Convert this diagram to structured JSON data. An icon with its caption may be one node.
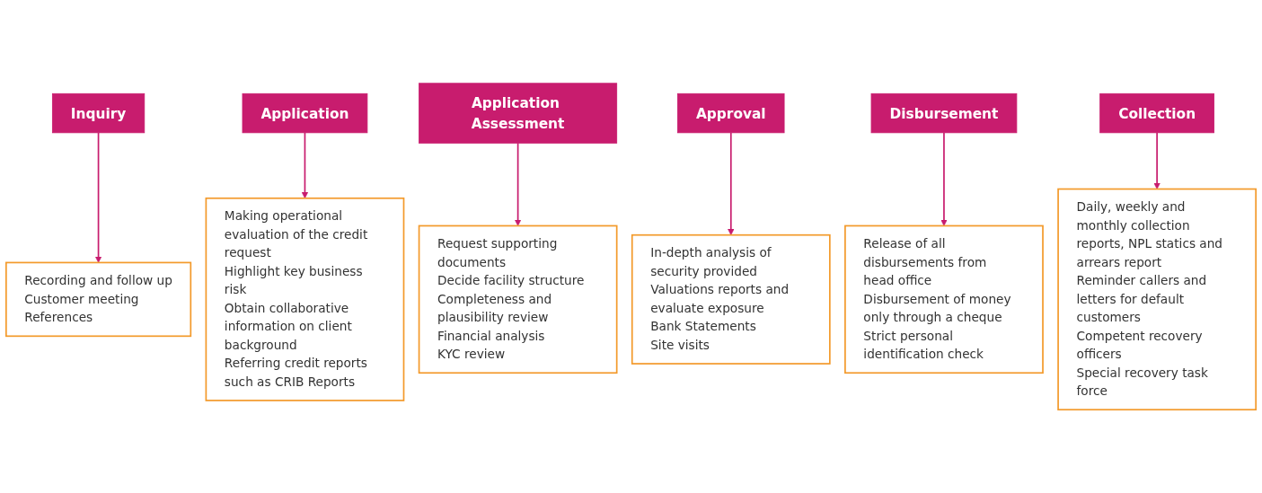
{
  "diagram": {
    "nodes": [
      {
        "text": [
          "Inquiry"
        ]
      },
      {
        "text": [
          "Application"
        ]
      },
      {
        "text": [
          "Application Assessment"
        ]
      },
      {
        "text": [
          "Approval"
        ]
      },
      {
        "text": [
          "Disbursement"
        ]
      },
      {
        "text": [
          "Collection"
        ]
      },
      {
        "text": [
          "Recording and follow up",
          "Customer meeting",
          "References"
        ]
      },
      {
        "text": [
          "Making operational evaluation of the credit request",
          "Highlight key business risk",
          "Obtain collaborative information on client background",
          "Referring credit reports such as CRIB Reports"
        ]
      },
      {
        "text": [
          "Request supporting documents",
          "Decide facility structure",
          "Completeness and plausibility review",
          "Financial analysis",
          "KYC review"
        ]
      },
      {
        "text": [
          "In-depth analysis of security provided",
          "Valuations reports and evaluate exposure",
          "Bank Statements",
          "Site visits"
        ]
      },
      {
        "text": [
          "Release of all disbursements from head office",
          "Disbursement of money only through a cheque",
          "Strict personal identification check"
        ]
      },
      {
        "text": [
          "Daily, weekly and monthly collection reports, NPL statics and arrears report",
          "Reminder callers and letters for default customers",
          "Competent recovery officers",
          "Special recovery task force"
        ]
      }
    ],
    "edges": [
      {
        "from": 0,
        "to": 6,
        "arrow": "to"
      },
      {
        "from": 1,
        "to": 7,
        "arrow": "to"
      },
      {
        "from": 2,
        "to": 8,
        "arrow": "to"
      },
      {
        "from": 3,
        "to": 9,
        "arrow": "to"
      },
      {
        "from": 4,
        "to": 10,
        "arrow": "to"
      },
      {
        "from": 5,
        "to": 11,
        "arrow": "to"
      }
    ]
  }
}
